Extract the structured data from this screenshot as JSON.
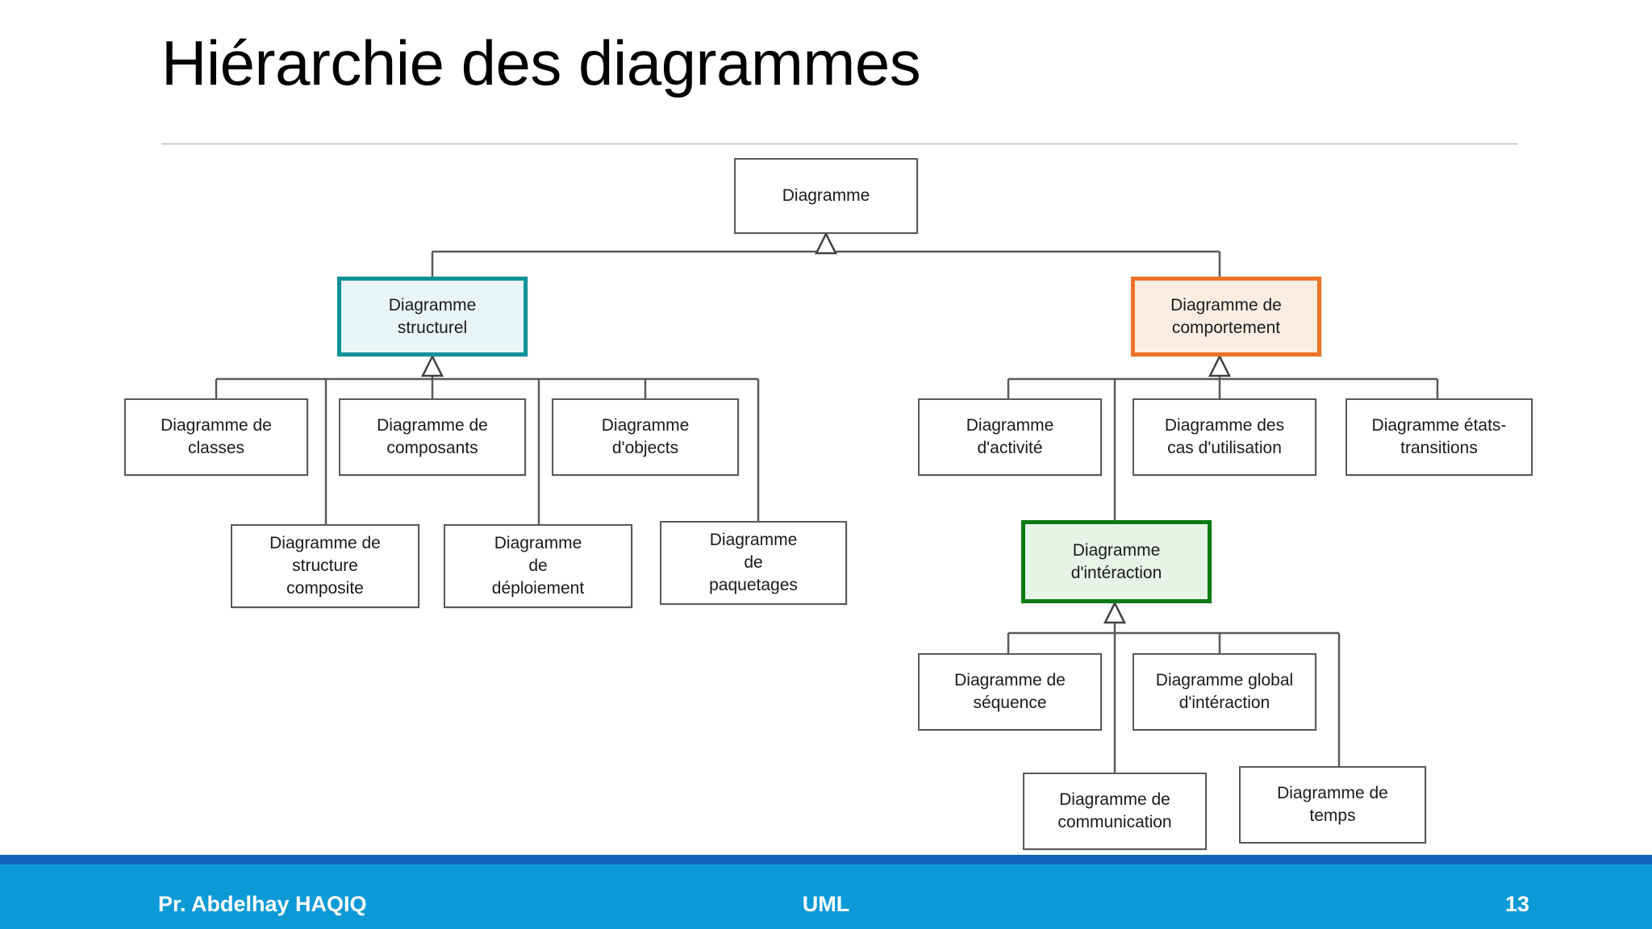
{
  "slide": {
    "title": "Hiérarchie des diagrammes"
  },
  "footer": {
    "author": "Pr. Abdelhay HAQIQ",
    "center": "UML",
    "page": "13"
  },
  "colors": {
    "accent_teal": "#0E9298",
    "accent_teal_fill": "#E9F6F7",
    "accent_orange": "#ED7326",
    "accent_orange_fill": "#FCEDE2",
    "accent_green": "#0C7B12",
    "accent_green_fill": "#E6F4E7",
    "node_border": "#595959",
    "footer_bar": "#0C9AD7",
    "footer_strip": "#1464BE",
    "title_rule": "#A6A6A6"
  },
  "diagram": {
    "type": "hierarchy-tree",
    "root": "Diagramme",
    "nodes": {
      "root": "Diagramme",
      "structurel": "Diagramme\nstructurel",
      "comportement": "Diagramme de\ncomportement",
      "classes": "Diagramme de\nclasses",
      "composants": "Diagramme de\ncomposants",
      "objects": "Diagramme\nd'objects",
      "structure_composite": "Diagramme de\nstructure\ncomposite",
      "deploiement": "Diagramme\nde\ndéploiement",
      "paquetages": "Diagramme\nde\npaquetages",
      "activite": "Diagramme\nd'activité",
      "cas_utilisation": "Diagramme des\ncas d'utilisation",
      "etats_transitions": "Diagramme états-\ntransitions",
      "interaction": "Diagramme\nd'intéraction",
      "sequence": "Diagramme de\nséquence",
      "global_interaction": "Diagramme global\nd'intéraction",
      "communication": "Diagramme de\ncommunication",
      "temps": "Diagramme de\ntemps"
    },
    "edges": [
      {
        "from": "root",
        "to": "structurel"
      },
      {
        "from": "root",
        "to": "comportement"
      },
      {
        "from": "structurel",
        "to": "classes"
      },
      {
        "from": "structurel",
        "to": "composants"
      },
      {
        "from": "structurel",
        "to": "objects"
      },
      {
        "from": "structurel",
        "to": "structure_composite"
      },
      {
        "from": "structurel",
        "to": "deploiement"
      },
      {
        "from": "structurel",
        "to": "paquetages"
      },
      {
        "from": "comportement",
        "to": "activite"
      },
      {
        "from": "comportement",
        "to": "cas_utilisation"
      },
      {
        "from": "comportement",
        "to": "etats_transitions"
      },
      {
        "from": "comportement",
        "to": "interaction"
      },
      {
        "from": "interaction",
        "to": "sequence"
      },
      {
        "from": "interaction",
        "to": "global_interaction"
      },
      {
        "from": "interaction",
        "to": "communication"
      },
      {
        "from": "interaction",
        "to": "temps"
      }
    ]
  }
}
